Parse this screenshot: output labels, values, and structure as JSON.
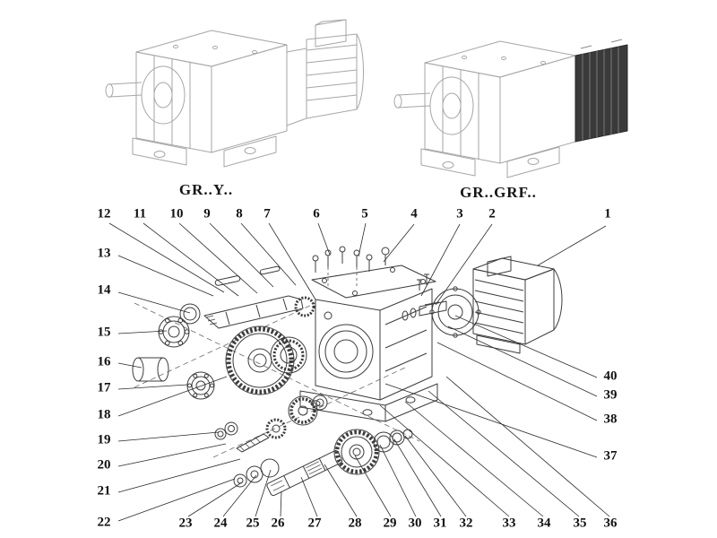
{
  "variant_labels": {
    "left": "GR..Y..",
    "right": "GR..GRF.."
  },
  "callouts": {
    "top_row": [
      "12",
      "11",
      "10",
      "9",
      "8",
      "7",
      "6",
      "5",
      "4",
      "3",
      "2",
      "1"
    ],
    "left_col": [
      "13",
      "14",
      "15",
      "16",
      "17",
      "18",
      "19",
      "20",
      "21",
      "22"
    ],
    "bottom_row": [
      "23",
      "24",
      "25",
      "26",
      "27",
      "28",
      "29",
      "30",
      "31",
      "32",
      "33",
      "34",
      "35",
      "36"
    ],
    "right_col": [
      "40",
      "39",
      "38",
      "37"
    ]
  },
  "colors": {
    "illustration_line_light": "#a6a6a6",
    "illustration_line_dark": "#3c3c3c",
    "leader_line": "#2b2b2b",
    "callout_text": "#111111",
    "background": "#ffffff"
  }
}
